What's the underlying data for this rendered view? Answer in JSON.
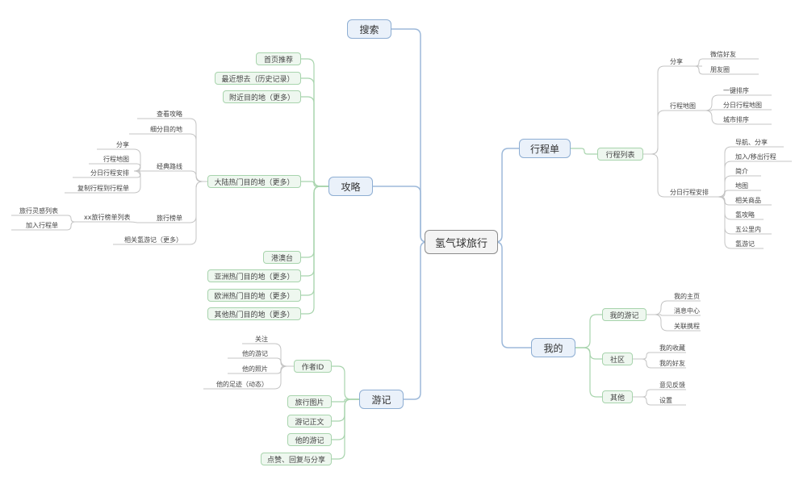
{
  "colors": {
    "root_border": "#8c8c8c",
    "main_fill": "#eaf1fa",
    "main_border": "#8eaed3",
    "main_link": "#9db9da",
    "sub_fill": "#eef7ef",
    "sub_border": "#a8d4ad",
    "sub_link": "#a8d4ad",
    "leaf_link": "#c4c4c4"
  },
  "root": {
    "label": "氢气球旅行"
  },
  "left": {
    "search": {
      "label": "搜索"
    },
    "guide": {
      "label": "攻略",
      "children": {
        "home_recommend": "首页推荐",
        "recent_wish": "最近想去（历史记录）",
        "nearby": "附近目的地（更多）",
        "mainland": {
          "label": "大陆热门目的地（更多）",
          "children": {
            "view_guide": "查看攻略",
            "sub_dest": "细分目的地",
            "classic_route": {
              "label": "经典路线",
              "children": [
                "分享",
                "行程地图",
                "分日行程安排",
                "复制行程到行程单"
              ]
            },
            "ranking": {
              "label": "旅行榜单",
              "children": {
                "xx_list": {
                  "label": "xx旅行榜单列表",
                  "children": [
                    "旅行灵感列表",
                    "加入行程单"
                  ]
                }
              }
            },
            "related_notes": "相关氢游记（更多）"
          }
        },
        "hk_macau_tw": "港澳台",
        "asia": "亚洲热门目的地（更多）",
        "europe": "欧洲热门目的地（更多）",
        "others": "其他热门目的地（更多）"
      }
    },
    "notes": {
      "label": "游记",
      "children": {
        "author": {
          "label": "作者ID",
          "children": [
            "关注",
            "他的游记",
            "他的照片",
            "他的足迹（动态）"
          ]
        },
        "photos": "旅行图片",
        "body": "游记正文",
        "his_notes": "他的游记",
        "like_share": "点赞、回复与分享"
      }
    }
  },
  "right": {
    "itinerary": {
      "label": "行程单",
      "children": {
        "list": {
          "label": "行程列表",
          "children": {
            "share": {
              "label": "分享",
              "children": [
                "微信好友",
                "朋友圈"
              ]
            },
            "map": {
              "label": "行程地图",
              "children": [
                "一键排序",
                "分日行程地图",
                "城市排序"
              ]
            },
            "daily": {
              "label": "分日行程安排",
              "children": [
                "导航、分享",
                "加入/移出行程",
                "简介",
                "地图",
                "相关商品",
                "氢攻略",
                "五公里内",
                "氢游记"
              ]
            }
          }
        }
      }
    },
    "mine": {
      "label": "我的",
      "children": {
        "my_notes": {
          "label": "我的游记",
          "children": [
            "我的主页",
            "消息中心",
            "关联携程"
          ]
        },
        "community": {
          "label": "社区",
          "children": [
            "我的收藏",
            "我的好友"
          ]
        },
        "other": {
          "label": "其他",
          "children": [
            "意见反馈",
            "设置"
          ]
        }
      }
    }
  }
}
